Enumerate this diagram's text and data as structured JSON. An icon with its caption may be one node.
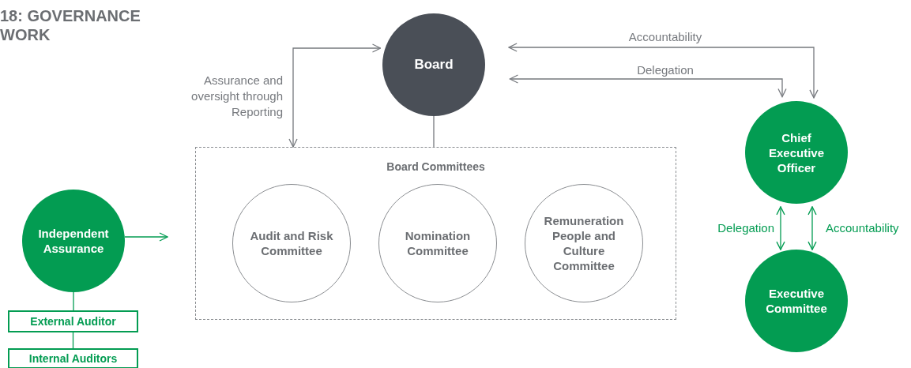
{
  "diagram": {
    "title": "18: GOVERNANCE WORK",
    "nodes": [
      {
        "text": [
          "Board"
        ]
      },
      {
        "text": [
          "Board Committees"
        ]
      },
      {
        "text": [
          "Audit and Risk Committee"
        ],
        "in": 1
      },
      {
        "text": [
          "Nomination Committee"
        ],
        "in": 1
      },
      {
        "text": [
          "Remuneration People and Culture Committee"
        ],
        "in": 1
      },
      {
        "text": [
          "Chief Executive Officer"
        ]
      },
      {
        "text": [
          "Executive Committee"
        ]
      },
      {
        "text": [
          "Independent Assurance"
        ]
      },
      {
        "text": [
          "External Auditor"
        ]
      },
      {
        "text": [
          "Internal Auditors"
        ]
      }
    ],
    "edges": [
      {
        "from": 0,
        "to": 1,
        "arrow": "none",
        "color": "#76797e"
      },
      {
        "from": 1,
        "to": 0,
        "arrow": "both",
        "label": "Assurance and oversight through Reporting",
        "color": "#76797e"
      },
      {
        "from": 5,
        "to": 0,
        "arrow": "both",
        "label": "Accountability",
        "color": "#76797e"
      },
      {
        "from": 5,
        "to": 0,
        "arrow": "both",
        "label": "Delegation",
        "color": "#76797e"
      },
      {
        "from": 5,
        "to": 6,
        "arrow": "both",
        "label": "Delegation"
      },
      {
        "from": 5,
        "to": 6,
        "arrow": "both",
        "label": "Accountability"
      },
      {
        "from": 7,
        "to": 1,
        "arrow": "to"
      },
      {
        "from": 7,
        "to": 8,
        "arrow": "none"
      },
      {
        "from": 8,
        "to": 9,
        "arrow": "none"
      }
    ]
  }
}
